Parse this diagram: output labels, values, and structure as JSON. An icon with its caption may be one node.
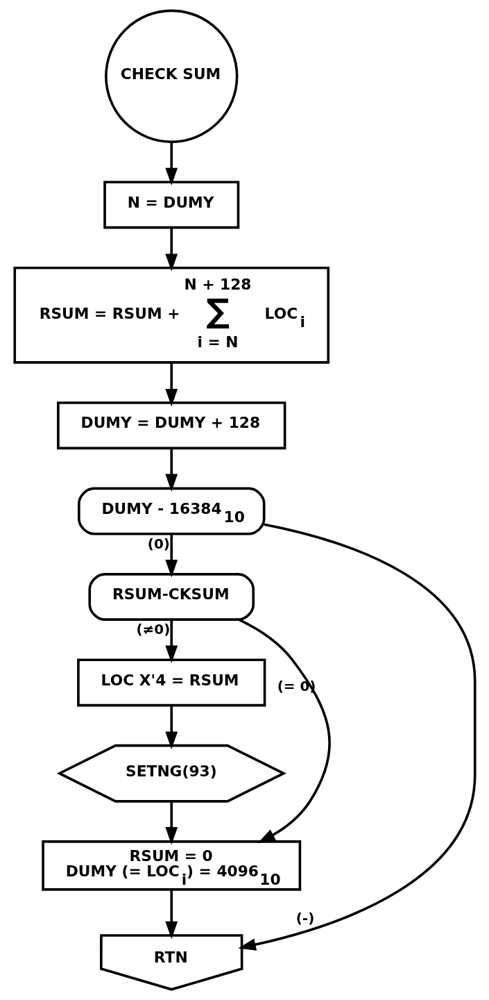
{
  "diagram": {
    "nodes": [
      {
        "text": [
          "CHECK SUM"
        ]
      },
      {
        "text": [
          "N = DUMY"
        ]
      },
      {
        "text": [
          "RSUM = RSUM +",
          "N + 128",
          "∑",
          "i = N",
          "LOC$_{i}$"
        ]
      },
      {
        "text": [
          "DUMY = DUMY + 128"
        ]
      },
      {
        "text": [
          "DUMY - 16384$_{10}$"
        ]
      },
      {
        "text": [
          "RSUM-CKSUM"
        ]
      },
      {
        "text": [
          "LOC X'4 = RSUM"
        ]
      },
      {
        "text": [
          "SETNG(93)"
        ]
      },
      {
        "text": [
          "RSUM = 0",
          "DUMY (= LOC$_{i}$) = 4096$_{10}$"
        ]
      },
      {
        "text": [
          "RTN"
        ]
      }
    ],
    "edges": [
      {
        "from": 0,
        "to": 1,
        "arrow": "to"
      },
      {
        "from": 1,
        "to": 2,
        "arrow": "to"
      },
      {
        "from": 2,
        "to": 3,
        "arrow": "to"
      },
      {
        "from": 3,
        "to": 4,
        "arrow": "to"
      },
      {
        "from": 4,
        "to": 5,
        "arrow": "to",
        "label": "(0)"
      },
      {
        "from": 4,
        "to": 9,
        "arrow": "to",
        "label": "(-)"
      },
      {
        "from": 5,
        "to": 6,
        "arrow": "to",
        "label": "(≠0)"
      },
      {
        "from": 5,
        "to": 8,
        "arrow": "to",
        "label": "(= 0)"
      },
      {
        "from": 6,
        "to": 7,
        "arrow": "to"
      },
      {
        "from": 7,
        "to": 8,
        "arrow": "to"
      },
      {
        "from": 8,
        "to": 9,
        "arrow": "to"
      }
    ]
  }
}
